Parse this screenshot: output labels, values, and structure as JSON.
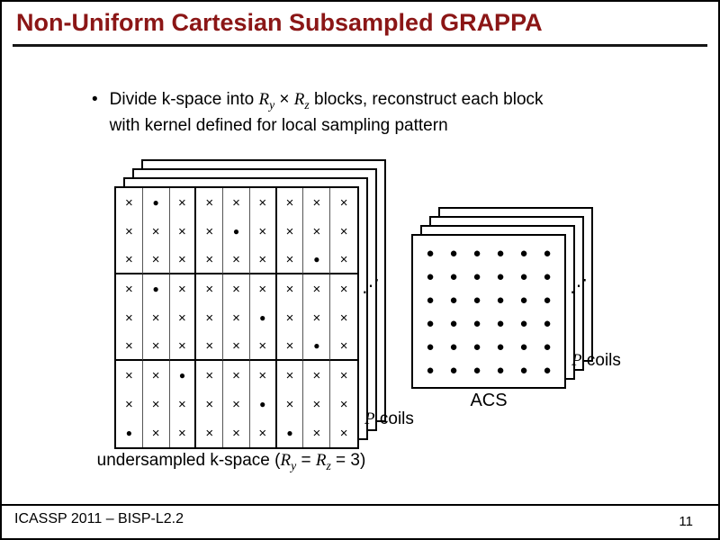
{
  "colors": {
    "title": "#8b1616",
    "rule": "#161616"
  },
  "title": {
    "text": "Non-Uniform Cartesian Subsampled GRAPPA"
  },
  "bullet": {
    "marker": "•",
    "seg1": "Divide k-space into ",
    "R1": "R",
    "sub1": "y",
    "times": " × ",
    "R2": "R",
    "sub2": "z",
    "seg2": " blocks, reconstruct each block",
    "line2": "with kernel defined for local sampling pattern"
  },
  "kspace": {
    "rows": [
      "xoxxxxxxx",
      "xxxxoxxxx",
      "xxxxxxxox",
      "xoxxxxxxx",
      "xxxxxoxxx",
      "xxxxxxxox",
      "xxoxxxxxx",
      "xxxxxoxxx",
      "oxxxxxoxx"
    ],
    "cross": "×",
    "dot": "●",
    "caption": {
      "seg1": "undersampled k-space (",
      "R1": "R",
      "sub1": "y",
      "eq": " = ",
      "R2": "R",
      "sub2": "z",
      "seg2": " = 3)"
    }
  },
  "acs": {
    "rows": 6,
    "cols": 6,
    "dot": "●",
    "label": "ACS"
  },
  "coils_label": {
    "p": "P",
    "text": " coils"
  },
  "dots_symbol": "⋰",
  "footer": {
    "left": "ICASSP 2011 – BISP-L2.2",
    "page": "11"
  }
}
